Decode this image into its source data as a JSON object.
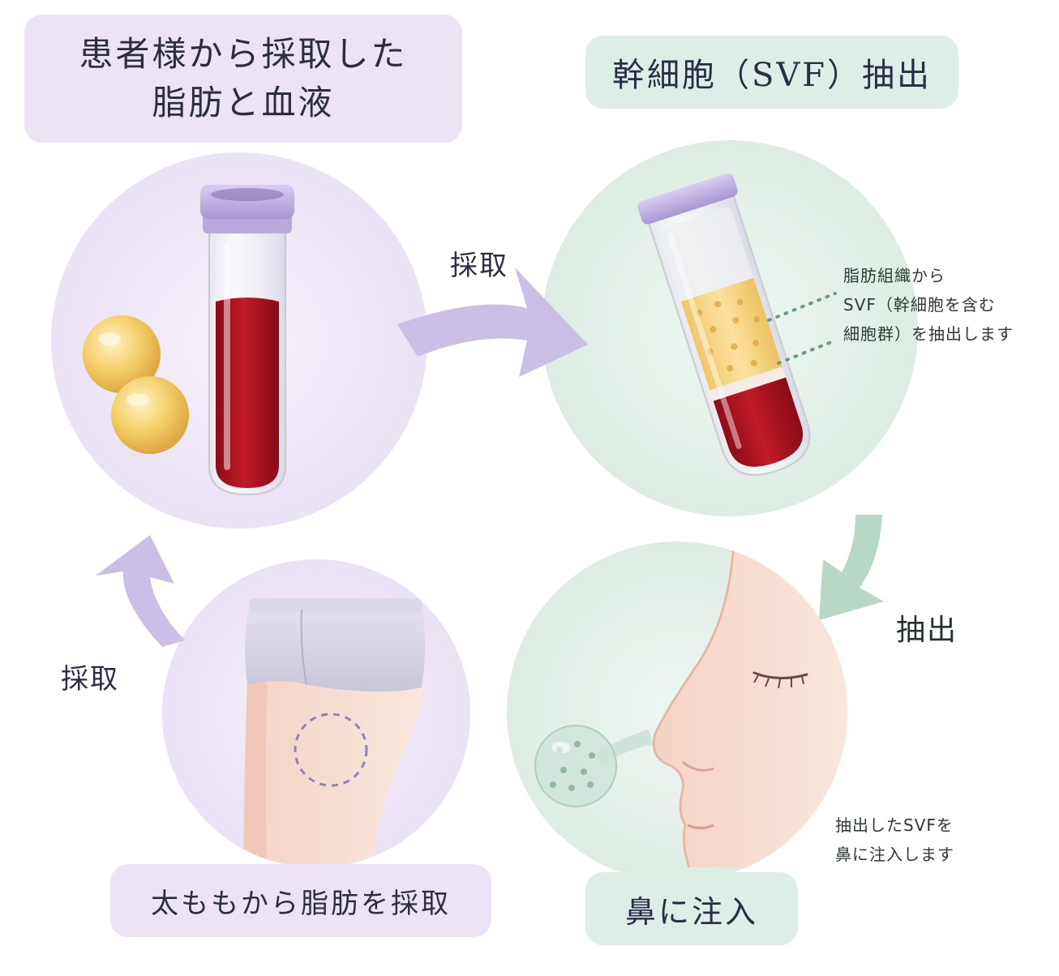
{
  "labels": {
    "title_left_line1": "患者様から採取した",
    "title_left_line2": "脂肪と血液",
    "title_right": "幹細胞（SVF）抽出",
    "arrow_top": "採取",
    "arrow_left": "採取",
    "arrow_right": "抽出",
    "thigh_caption": "太ももから脂肪を採取",
    "nose_caption": "鼻に注入"
  },
  "notes": {
    "svf_note": [
      "脂肪組織から",
      "SVF（幹細胞を含む",
      "細胞群）を抽出します"
    ],
    "inject_note": [
      "抽出したSVFを",
      "鼻に注入します"
    ]
  },
  "colors": {
    "purple_bg": "#ece4f6",
    "green_bg": "#deede6",
    "purple_arrow": "#c9bde6",
    "green_arrow": "#b9d9c9",
    "blood": "#b3121f",
    "fat": "#f3d27a",
    "cap": "#c7b7e6"
  },
  "icons": [
    "blood-tube-icon",
    "fat-globule-icon",
    "svf-tube-icon",
    "thigh-icon",
    "nose-profile-icon",
    "syringe-bulb-icon"
  ]
}
